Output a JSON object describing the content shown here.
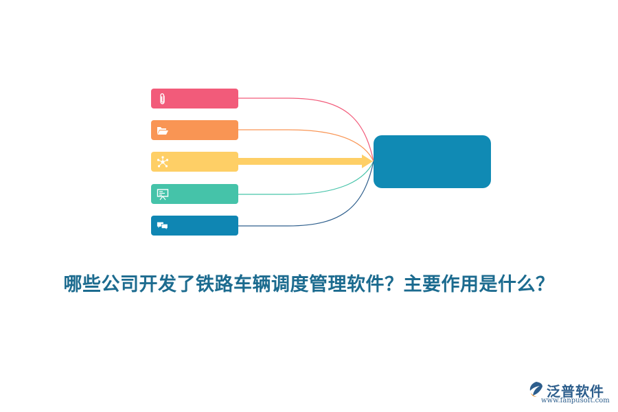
{
  "caption": "哪些公司开发了铁路车辆调度管理软件？主要作用是什么？",
  "branches": [
    {
      "icon": "paperclip-icon",
      "color": "#f25b7a"
    },
    {
      "icon": "folder-open-icon",
      "color": "#f99554"
    },
    {
      "icon": "network-icon",
      "color": "#fecf66"
    },
    {
      "icon": "presentation-board-icon",
      "color": "#45c3a9"
    },
    {
      "icon": "chat-bubbles-icon",
      "color": "#0f86b3"
    }
  ],
  "hub": {
    "color": "#108ab4"
  },
  "brand": {
    "name": "泛普软件",
    "url": "www.fanpusoft.com",
    "icon": "fanpu-logo-icon"
  }
}
